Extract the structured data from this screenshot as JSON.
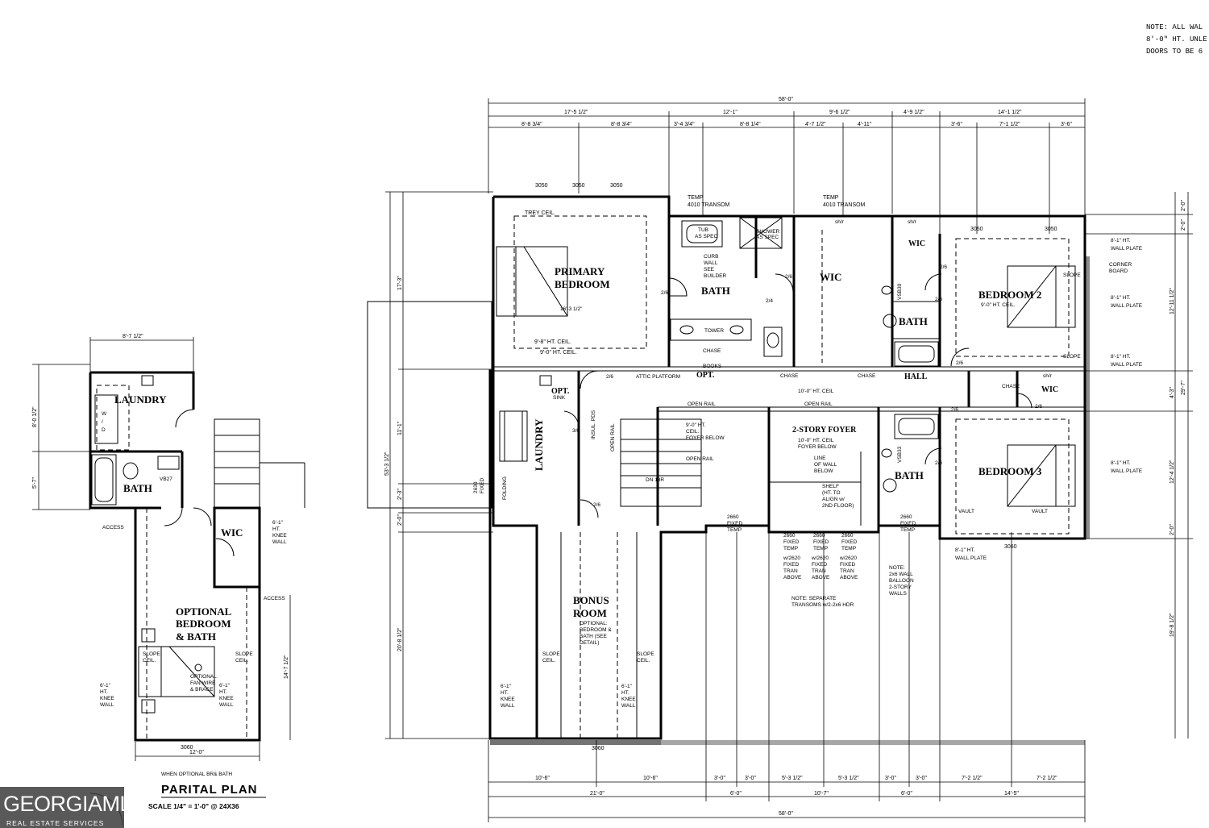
{
  "notes": [
    "NOTE: ALL WAL",
    "8'-0\" HT. UNLE",
    "DOORS TO BE 6"
  ],
  "main_plan": {
    "overall_width": "58'-0\"",
    "overall_depth": "53'-3 1/2\"",
    "top_dims_row1": [
      "17'-5 1/2\"",
      "12'-1\"",
      "9'-6 1/2\"",
      "4'-9 1/2\"",
      "14'-1 1/2\""
    ],
    "top_dims_row2": [
      "8'-8 3/4\"",
      "8'-8 3/4\"",
      "3'-4 3/4\"",
      "8'-8 1/4\"",
      "4'-7 1/2\"",
      "4'-11\"",
      "3'-6\"",
      "7'-1 1/2\"",
      "3'-6\""
    ],
    "bottom_dims_row1": [
      "10'-6\"",
      "10'-6\"",
      "3'-0\"",
      "3'-0\"",
      "5'-3 1/2\"",
      "5'-3 1/2\"",
      "3'-0\"",
      "3'-0\"",
      "7'-2 1/2\"",
      "7'-2 1/2\""
    ],
    "bottom_dims_row2": [
      "21'-0\"",
      "6'-0\"",
      "10'-7\"",
      "6'-0\"",
      "14'-5\""
    ],
    "left_dims": [
      "17'-3\"",
      "11'-1\"",
      "2'-3\"",
      "2'-0\"",
      "20'-8 1/2\""
    ],
    "right_dims": [
      "2'-0\"",
      "2'-0\"",
      "12'-11 1/2\"",
      "4'-3\"",
      "29'-7\"",
      "12'-4 1/2\"",
      "2'-0\"",
      "19'-8 1/2\""
    ],
    "rooms": {
      "primary_bedroom": [
        "PRIMARY",
        "BEDROOM"
      ],
      "bath_primary": "BATH",
      "wic_primary": "WIC",
      "bedroom2": "BEDROOM 2",
      "bath2": "BATH",
      "wic2": "WIC",
      "hall": "HALL",
      "laundry": "LAUNDRY",
      "foyer": "2-STORY FOYER",
      "bedroom3": "BEDROOM 3",
      "bath3": "BATH",
      "wic3": "WIC",
      "bonus": [
        "BONUS",
        "ROOM"
      ],
      "opt": "OPT."
    },
    "labels": {
      "trey_ceil": "TREY CEIL.",
      "w3050a": "3050",
      "w3050b": "3050",
      "w3050c": "3050",
      "temp_transom_a": [
        "TEMP",
        "4010 TRANSOM"
      ],
      "temp_transom_b": [
        "TEMP",
        "4010 TRANSOM"
      ],
      "tub": [
        "TUB",
        "AS SPEC"
      ],
      "shower": [
        "SHOWER",
        "AS SPEC"
      ],
      "curb_wall": [
        "CURB",
        "WALL",
        "SEE",
        "BUILDER"
      ],
      "primary_ceil": [
        "9'-8\" HT. CEIL.",
        "9'-0\" HT. CEIL."
      ],
      "primary_dim": "16'-3 1/2\"",
      "tower": "TOWER",
      "chase": "CHASE",
      "books": "BOOKS",
      "attic_platform": "ATTIC PLATFORM",
      "open_rail_a": "OPEN RAIL",
      "open_rail_b": "OPEN RAIL",
      "open_rail_c": "OPEN RAIL",
      "open_rail_d": "OPEN RAIL",
      "foyer_ceil": [
        "9'-0\" HT.",
        "CEIL.",
        "FOYER BELOW"
      ],
      "foyer_ceil2": [
        "10'-0\" HT. CEIL",
        "FOYER BELOW"
      ],
      "line_of_wall": [
        "LINE",
        "OF WALL",
        "BELOW"
      ],
      "shelf": [
        "SHELF",
        "(HT. TO",
        "ALIGN w/",
        "2ND FLOOR)"
      ],
      "dn": "DN 18R",
      "insul_pds": "INSUL. PDS",
      "sink": [
        "OPT.",
        "SINK"
      ],
      "folding": "FOLDING",
      "fixed_2630": [
        "2630",
        "FIXED"
      ],
      "hall_ceil": "10'-0\" HT. CEIL",
      "bed2_ceil": "9'-0\" HT. CEIL.",
      "corner_board": [
        "CORNER",
        "BOARD"
      ],
      "wall_plate_1": [
        "8'-1\" HT.",
        "WALL PLATE"
      ],
      "wall_plate_2": [
        "8'-1\" HT.",
        "WALL PLATE"
      ],
      "wall_plate_3": [
        "8'-1\" HT.",
        "WALL PLATE"
      ],
      "wall_plate_4": [
        "8'-1\" HT.",
        "WALL PLATE"
      ],
      "wall_plate_5": [
        "8'-1\" HT.",
        "WALL PLATE"
      ],
      "slope_a": "SLOPE",
      "slope_b": "SLOPE",
      "vault_a": "VAULT",
      "vault_b": "VAULT",
      "w3060a": "3060",
      "w3060b": "3060",
      "fixed_2660a": [
        "2660",
        "FIXED",
        "TEMP"
      ],
      "fixed_2660b": [
        "2660",
        "FIXED",
        "TEMP"
      ],
      "fixed_2660_row": [
        [
          "2660",
          "FIXED",
          "TEMP"
        ],
        [
          "2660",
          "FIXED",
          "TEMP"
        ],
        [
          "2660",
          "FIXED",
          "TEMP"
        ]
      ],
      "transom_row": [
        [
          "w/2620",
          "FIXED",
          "TRAN",
          "ABOVE"
        ],
        [
          "w/2620",
          "FIXED",
          "TRAN",
          "ABOVE"
        ],
        [
          "w/2620",
          "FIXED",
          "TRAN",
          "ABOVE"
        ]
      ],
      "separate_transoms": [
        "NOTE: SEPARATE",
        "TRANSOMS w/2-2x6 HDR"
      ],
      "balloon_walls": [
        "NOTE:",
        "2x6 WALL",
        "BALLOON",
        "2-STORY",
        "WALLS"
      ],
      "bonus_optional": [
        "OPTIONAL:",
        "BEDROOM &",
        "BATH (SEE",
        "DETAIL)"
      ],
      "slope_ceil_l": [
        "SLOPE",
        "CEIL."
      ],
      "slope_ceil_r": [
        "SLOPE",
        "CEIL."
      ],
      "knee_wall_l": [
        "6'-1\"",
        "HT.",
        "KNEE",
        "WALL"
      ],
      "knee_wall_r": [
        "6'-1\"",
        "HT.",
        "KNEE",
        "WALL"
      ],
      "vsb30": "VSB30",
      "vsb33": "VSB33",
      "sh_r": "sh/r",
      "door_26": "2/6",
      "door_24": "2/4",
      "door_30": "3/0"
    }
  },
  "partial_plan": {
    "top_dim": "8'-7 1/2\"",
    "bottom_dim": "12'-0\"",
    "left_dims": [
      "8'-0 1/2\"",
      "5'-7\""
    ],
    "right_dim": "14'-7 1/2\"",
    "rooms": {
      "laundry": "LAUNDRY",
      "bath": "BATH",
      "wic": "WIC",
      "optional": [
        "OPTIONAL",
        "BEDROOM",
        "& BATH"
      ]
    },
    "labels": {
      "access_l": "ACCESS",
      "access_r": "ACCESS",
      "knee_l": [
        "6'-1\"",
        "HT.",
        "KNEE",
        "WALL"
      ],
      "knee_r": [
        "6'-1\"",
        "HT.",
        "KNEE",
        "WALL"
      ],
      "knee_top": [
        "6'-1\"",
        "HT.",
        "KNEE",
        "WALL"
      ],
      "slope_ceil_l": [
        "SLOPE",
        "CEIL."
      ],
      "slope_ceil_r": [
        "SLOPE",
        "CEIL."
      ],
      "fan": [
        "OPTIONAL",
        "FAN WIRE",
        "& BRACE"
      ],
      "w3060": "3060",
      "vb27": "VB27",
      "washer": [
        "W",
        "/",
        "D"
      ]
    },
    "caption_small": "WHEN OPTIONAL BR& BATH",
    "title": "PARITAL PLAN",
    "scale": "SCALE 1/4\" = 1'-0\"  @ 24X36"
  },
  "watermark": {
    "brand": "GEORGIAMLS",
    "sub": "REAL ESTATE SERVICES"
  }
}
